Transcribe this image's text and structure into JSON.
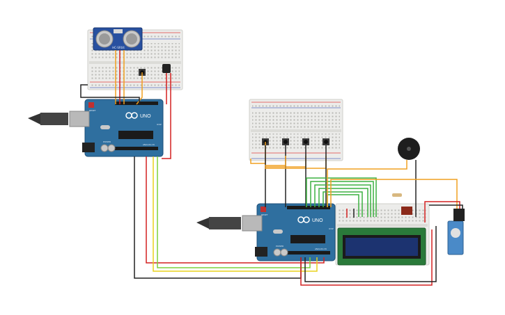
{
  "colors": {
    "background": "#ffffff",
    "arduino_board": "#2f6f9f",
    "arduino_board_edge": "#1d4f78",
    "breadboard": "#ececea",
    "breadboard_rail_red": "#e04040",
    "breadboard_rail_blue": "#5a6fc0",
    "wire_black": "#222222",
    "wire_red": "#d42020",
    "wire_orange": "#f0a020",
    "wire_yellow": "#e8d21c",
    "wire_green": "#3cb040",
    "wire_lime": "#7fd03a",
    "lcd_pcb": "#2a7a3a",
    "lcd_screen": "#1c3370",
    "usb_plug": "#333333",
    "ultrasonic_board": "#2850a0",
    "buzzer": "#1e1e1e",
    "servo_body": "#4a8ac8"
  },
  "board_left": {
    "logo_text": "UNO",
    "reset_label": "RESET",
    "icsp_label": "ICSP",
    "power_label": "POWER",
    "analog_label": "ANALOG IN"
  },
  "board_right": {
    "logo_text": "UNO",
    "reset_label": "RESET",
    "icsp_label": "ICSP",
    "power_label": "POWER",
    "analog_label": "ANALOG IN"
  },
  "ultrasonic": {
    "label": "HC-SR04"
  },
  "components": [
    "breadboard-top-left",
    "breadboard-right-top",
    "breadboard-right-bottom",
    "ultrasonic-sensor",
    "pushbutton",
    "temperature-sensor",
    "pushbutton-1",
    "pushbutton-2",
    "pushbutton-3",
    "pushbutton-4",
    "piezo-buzzer",
    "lcd-16x2",
    "servo-motor",
    "resistor",
    "potentiometer"
  ]
}
